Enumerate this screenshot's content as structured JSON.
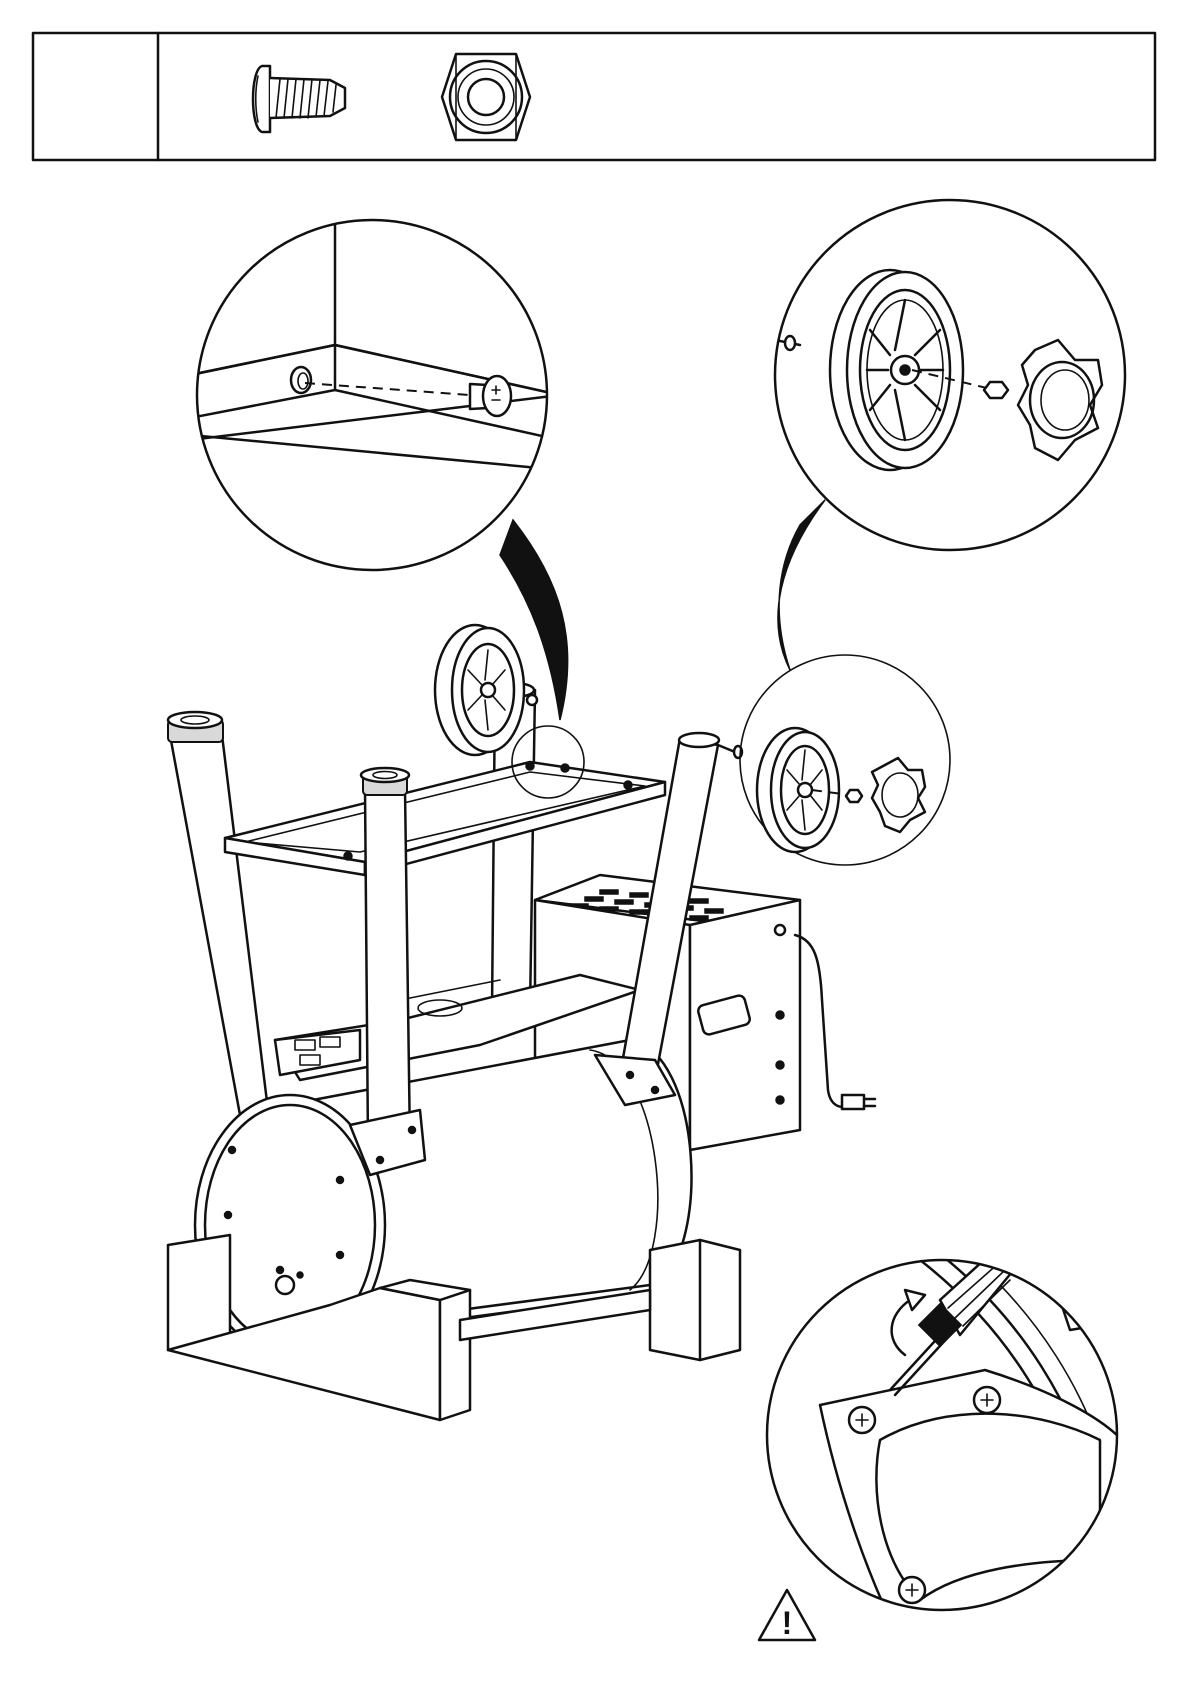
{
  "header": {
    "step_label": "",
    "parts": [
      {
        "name": "screw-icon"
      },
      {
        "name": "hex-nut-icon"
      }
    ]
  },
  "callouts": [
    {
      "name": "detail-shelf-screw"
    },
    {
      "name": "detail-wheel-axle"
    },
    {
      "name": "detail-screwdriver-tighten"
    }
  ],
  "warning": {
    "icon": "warning-triangle-icon",
    "glyph": "!"
  },
  "colors": {
    "line": "#111111",
    "background": "#ffffff",
    "shade": "#d9d9d9"
  }
}
